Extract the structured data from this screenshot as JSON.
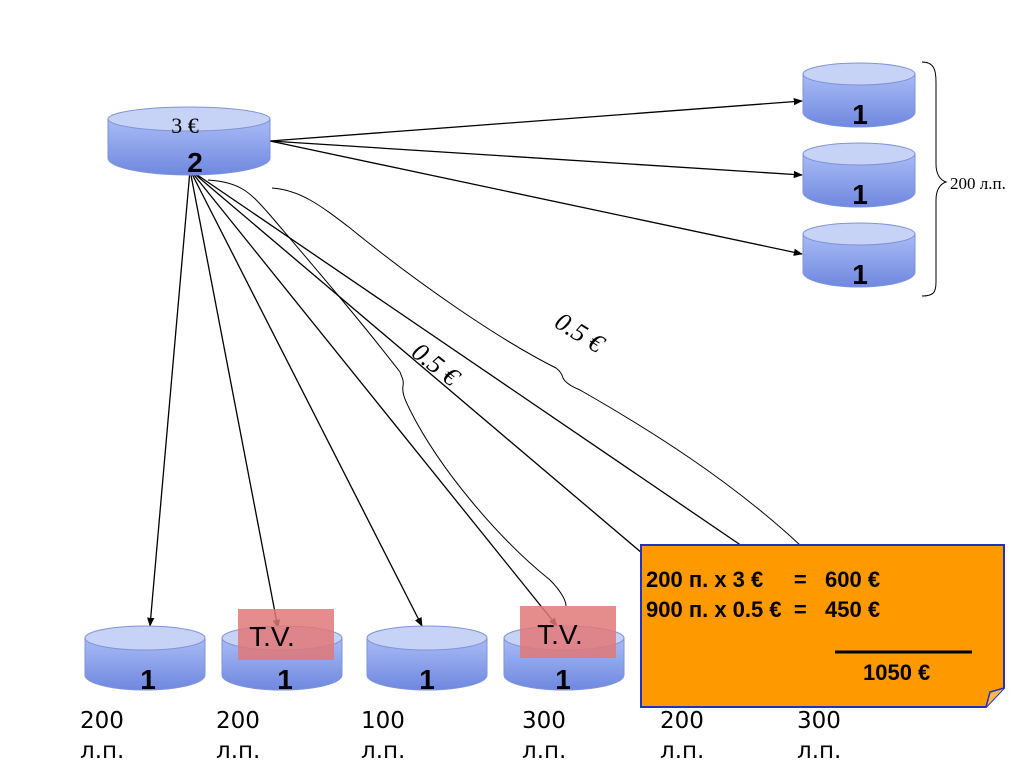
{
  "hub": {
    "price": "3 €",
    "level": "2"
  },
  "right_nodes": [
    {
      "level": "1"
    },
    {
      "level": "1"
    },
    {
      "level": "1"
    }
  ],
  "right_brace_label": "200 л.п.",
  "bottom_nodes": [
    {
      "level": "1",
      "count": "200",
      "unit": "л.п."
    },
    {
      "level": "1",
      "count": "200",
      "unit": "л.п.",
      "tag": "T.V."
    },
    {
      "level": "1",
      "count": "100",
      "unit": "л.п."
    },
    {
      "level": "1",
      "count": "300",
      "unit": "л.п.",
      "tag": "T.V."
    },
    {
      "count": "200",
      "unit": "л.п."
    },
    {
      "count": "300",
      "unit": "л.п."
    }
  ],
  "brace_labels": {
    "inner": "0.5 €",
    "outer": "0.5 €"
  },
  "calc_note": {
    "line1": "200 п. x 3 €     =   600 €",
    "line2": "900 п. x 0.5 €  =   450 €",
    "total": "1050 €"
  },
  "colors": {
    "node_top": "#c6d2f6",
    "node_body": "#8fa6f0",
    "note_fill": "#ff9900",
    "note_border": "#2233bb",
    "tag_fill": "#e07878"
  }
}
